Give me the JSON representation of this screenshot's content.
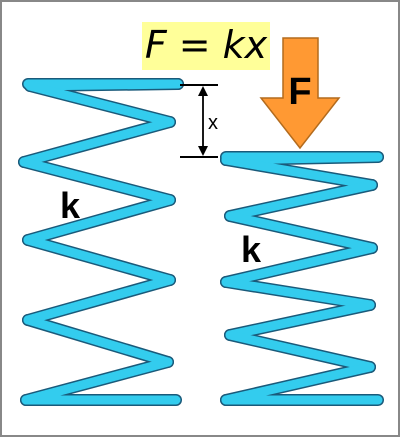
{
  "formula": {
    "text": "F = kx",
    "background": "#ffff99"
  },
  "force": {
    "label": "F",
    "arrow_color": "#ff9933"
  },
  "labels": {
    "left_spring_constant": "k",
    "right_spring_constant": "k",
    "displacement": "x"
  },
  "colors": {
    "spring": "#33ccee",
    "spring_outline": "#1a5a7a",
    "frame": "#888888"
  }
}
